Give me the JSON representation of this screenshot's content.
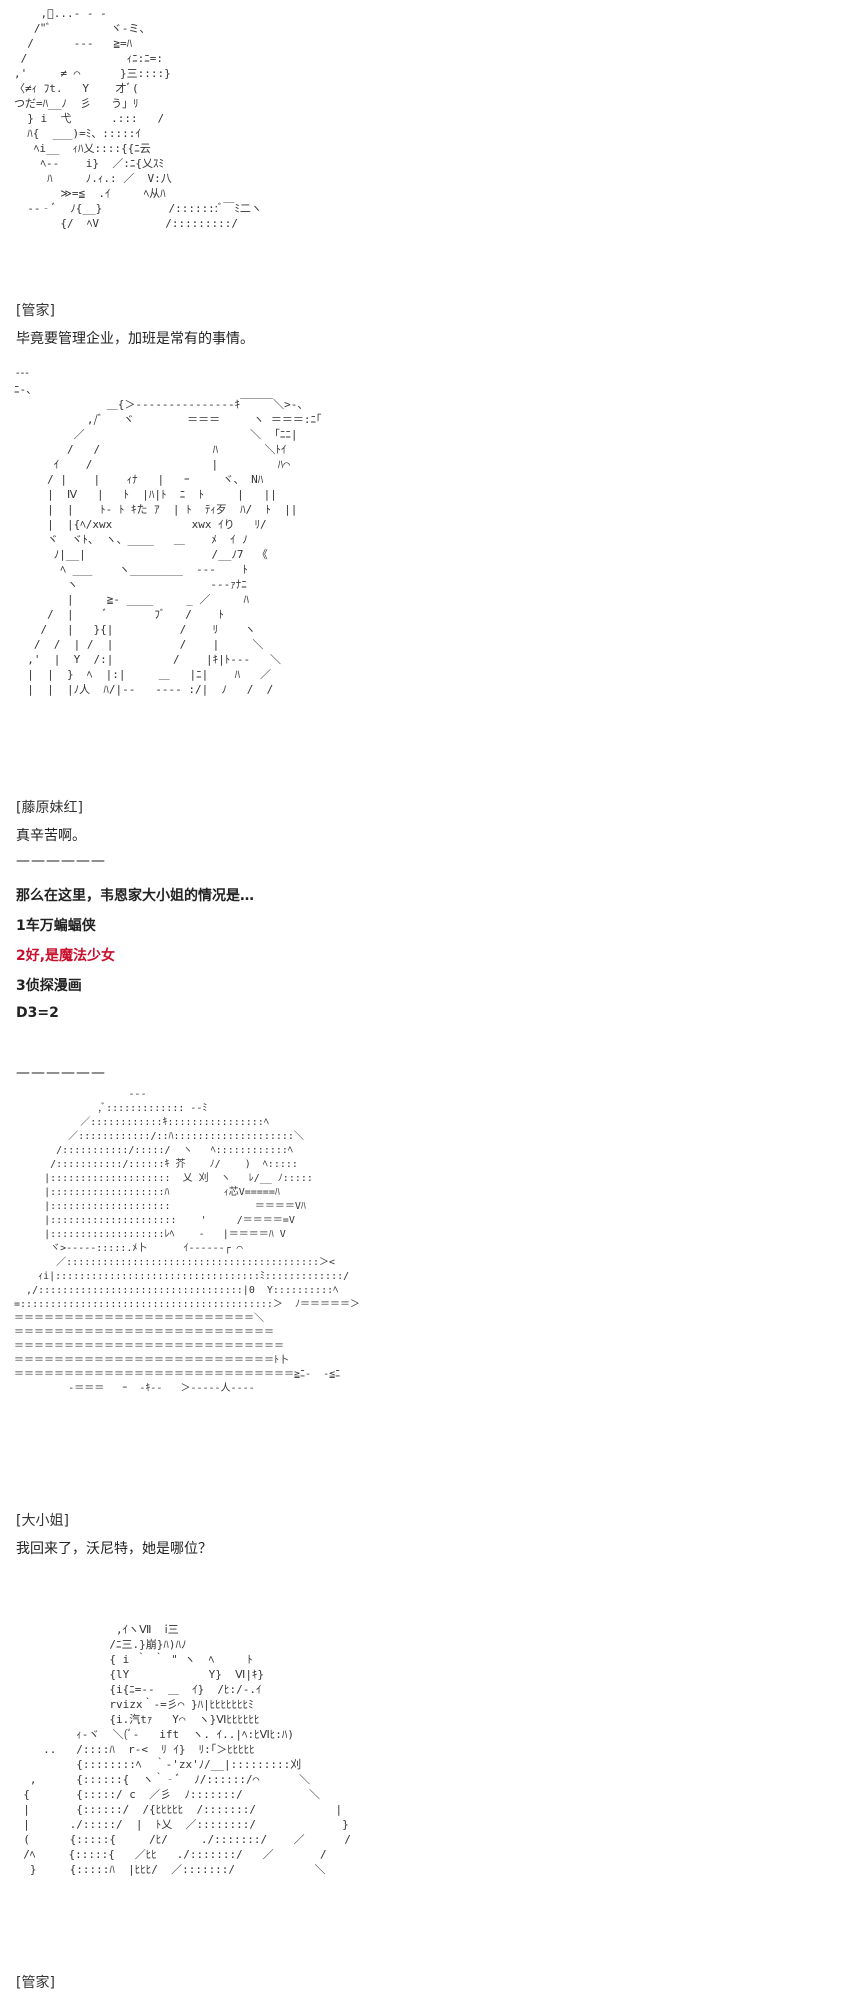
{
  "art": {
    "art1": "    ,ﾞ...‐ ‐ ‐\n   /\"ﾞ         ヾ‐ミ、\n  /      ‐‐‐   ≧=ﾊ\n /               ｨﾆ:ﾆ=:\n,'     ≠ ⌒      }三::::}\n〈≠ｨ ﾌt.   Y    才ﾞ(\nつだ=ﾊ__ﾉ  彡   う」ﾘ\n  } i  弋      .:::   /\n  ﾊ{  ___)=ﾐ、:::::ｲ\n   ﾍi__  ｨﾊ乂::::{{ﾆ云\n    ﾍ‐‐    i}  ／:ﾆ{乂ｽﾐ\n     ﾊ     ﾉ.ｨ.: ／  V:八\n       ≫=≦  .ｲ     ﾍ从ﾊ\n  ‐‐‐ﾞ  ﾉ{__}          /:::::::ﾞ￣ﾐ二ヽ\n       {/  ﾍV          /:::::::::/",
    "art2": "ﾆ‐、\n              ＿{＞‐‐‐‐‐‐‐‐‐‐‐‐‐‐‐ｷ￣￣￣＼>‐、\n           ,/ﾞ   ヾ        ＝＝＝     ヽ ＝＝＝:ﾆ｢\n         ／                         ＼  ｢ﾆﾆ|\n        /   /                 ﾊ       ＼ﾄｲ\n      ｲ    /                  |         ﾊ⌒\n     / |    |    ｨﾅ   |   ｰ     ヾ、 Nﾊ\n     |  Ⅳ   |   ﾄ  |ﾊ|ﾄ  ﾆ  ﾄ     |   ||\n     |  |    ﾄ‐ ﾄ ｷた ｱ  | ﾄ  ﾃｨ歹  ﾊ/  ﾄ  ||\n     |  |{ﾍ/xwx            xwx ｲり   ﾘ/\n     ヾ  ヾﾄ、 ヽ、____   ＿    ﾒ  ｲ ﾉ\n      ﾉ|__|                   /__ﾉ7  《\n       ﾍ ___    ヽ________  ‐‐‐    ﾄ\n        ヽ                    ‐‐‐ｧﾅﾆ\n        |     ≧‐ ____     _ ／     ﾊ\n     /  |     ﾞ       ﾌﾞ   /    ﾄ\n    /   |   }{|          /    ﾘ    ヽ\n   /  /  | /  |          /    |     ＼\n  ,'  |  Y  /:|         /    |ｷ|ﾄ‐‐‐   ＼\n  |  |  }  ﾍ  |:|     ＿   |ﾆ|    ﾊ   ／\n  |  |  |ﾉ人  ﾊ/|‐‐   ‐‐‐‐ :/|  ﾉ   /  /",
    "art3": "                    ‐‐‐\n               ,ﾞ::::::::::::: ‐‐ﾐ\n            ／::::::::::::ｷ::::::::::::::::ﾍ\n          ／::::::::::::/::ﾊ::::::::::::::::::::＼\n        /:::::::::::/:::::/  ヽ   ﾍ::::::::::::ﾍ\n       /:::::::::::/::::::ｷ 芥    ﾉ/    )  ﾍ:::::\n      |::::::::::::::::::::  乂 刈  ヽ   ﾚ/__ ﾉ:::::\n      |:::::::::::::::::::ﾊ         ｨ芯V=====ﾊ\n      |::::::::::::::::::::              ＝＝＝＝Vﾊ\n      |:::::::::::::::::::::    '     /＝＝＝＝=V\n      |:::::::::::::::::::ﾚﾍ    ‐   |＝＝＝＝ﾊ V\n       ヾ>‐‐‐‐‐:::::.ﾒ卜      ｲ‐‐‐‐‐‐┌ ⌒\n        ／::::::::::::::::::::::::::::::::::::::::::＞<\n     ｨi|::::::::::::::::::::::::::::::::::ﾐ:::::::::::::/\n   ,/::::::::::::::::::::::::::::::::::|0  Y::::::::::ﾍ\n =::::::::::::::::::::::::::::::::::::::::::＞  ﾉ＝＝＝＝＝＞\n ＝＝＝＝＝＝＝＝＝＝＝＝＝＝＝＝＝＝＝＝＝＝＝＝＼\n ＝＝＝＝＝＝＝＝＝＝＝＝＝＝＝＝＝＝＝＝＝＝＝＝＝＝\n ＝＝＝＝＝＝＝＝＝＝＝＝＝＝＝＝＝＝＝＝＝＝＝＝＝＝＝\n ＝＝＝＝＝＝＝＝＝＝＝＝＝＝＝＝＝＝＝＝＝＝＝＝＝＝ﾄ卜\n ＝＝＝＝＝＝＝＝＝＝＝＝＝＝＝＝＝＝＝＝＝＝＝＝＝＝＝＝≧ﾆ‐  ‐≦ﾆ\n          ‐＝＝＝   ｰ  ‐ｷ‐‐   ＞‐‐‐‐‐人‐‐‐‐",
    "art4": "                ,ｲヽⅦ  ⅰ三\n               /ﾆ三.}崩}ﾊ)ﾊﾉ\n               { i ｀ ｀ \" ヽ  ﾍ     ﾄ\n               {lY            Y}  Ⅵ|ｷ}\n               {i{ﾆ=‐‐  ＿  ｲ}  /ﾋ:/‐.ｲ\n               rvizx｀‐=彡⌒ }ﾊ|ﾋﾋﾋﾋﾋﾋﾋﾐ\n               {i.汽tｧ   Y⌒  ヽ}Ⅵﾋﾋﾋﾋﾋﾋ\n          ｨ‐ヾ  ＼(ﾞ‐   ift  ヽ. ｲ..|ﾍ:ﾋⅥﾋ:ﾊ)\n     ..   /::::ﾊ  r‐<  ﾘ ｲ}  ﾘ:｢＞ﾋﾋﾋﾋﾋ\n          {::::::::ﾍ  ｀‐'zx'ﾉ/__|:::::::::刈\n   ,      {::::::{  ヽ｀‐ﾞ  ﾉ/::::::/⌒      ＼\n  {       {:::::/ c  ／彡  ﾉ:::::::/          ＼\n  |       {::::::/  /{ﾋﾋﾋﾋﾋ  /:::::::/            |\n  |      ./:::::/  |  ﾄ乂  ／::::::::/             }\n  (      {:::::{     /ﾋ/     ./:::::::/    ／      /\n  /ﾍ     {:::::{   ／ﾋﾋ   ./:::::::/   ／       /\n   }     {:::::ﾊ  |ﾋﾋﾋ/  ／:::::::/            ＼"
  },
  "dialogue": [
    {
      "speaker": "[管家]",
      "text": "毕竟要管理企业，加班是常有的事情。"
    },
    {
      "speaker": "[藤原妹红]",
      "text": "真辛苦啊。"
    },
    {
      "speaker": "[大小姐]",
      "text": "我回来了，沃尼特，她是哪位？"
    },
    {
      "speaker": "[管家]"
    }
  ],
  "separators": {
    "first": "‐‐‐",
    "second": "——————",
    "third": "——————"
  },
  "prompt": {
    "question": "那么在这里，韦恩家大小姐的情况是…",
    "options": [
      "1车万蝙蝠侠",
      "2好,是魔法少女",
      "3侦探漫画"
    ],
    "result": "D3=2"
  },
  "colors": {
    "highlight": "#c8102e",
    "text": "#222222",
    "background": "#ffffff"
  }
}
